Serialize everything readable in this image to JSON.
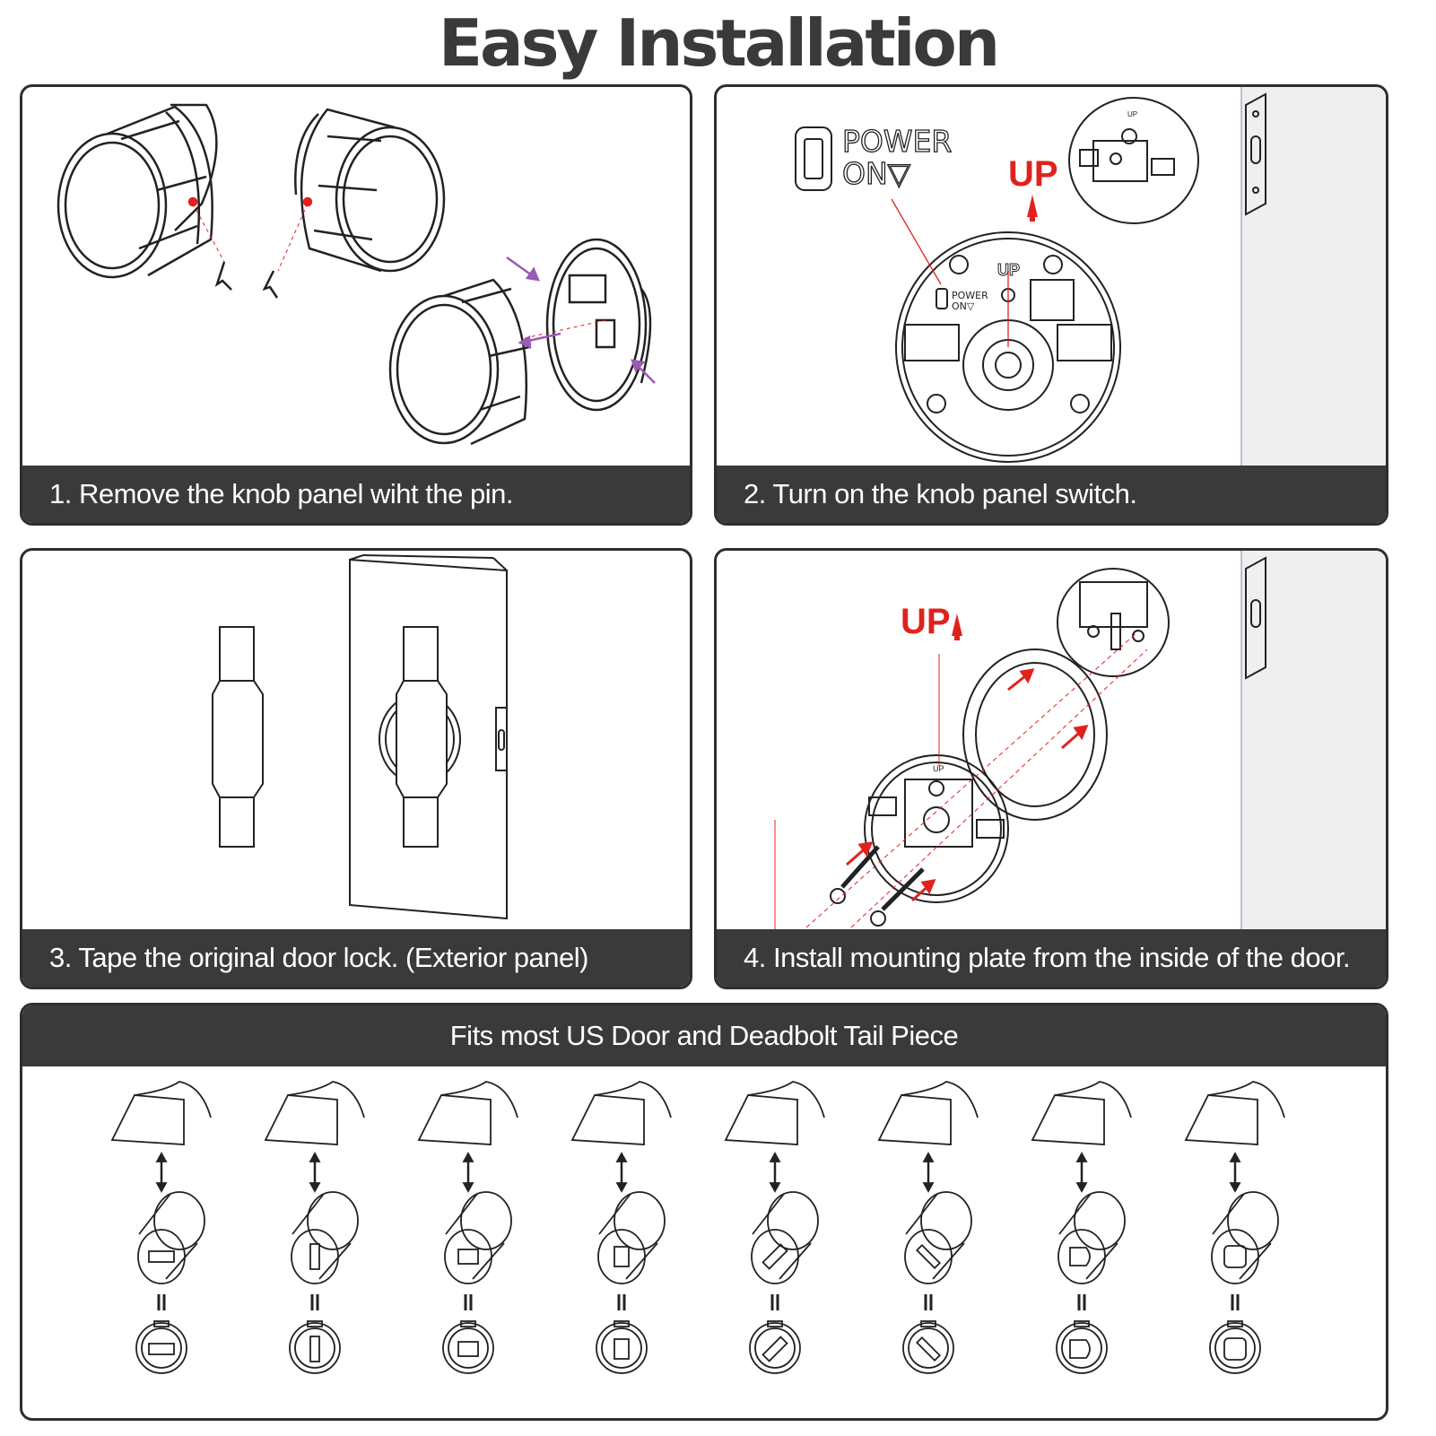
{
  "title": "Easy Installation",
  "steps": [
    {
      "caption": "1. Remove the knob panel wiht the pin."
    },
    {
      "caption": "2. Turn on the knob panel switch.",
      "power_line1": "POWER",
      "power_line2": "ON▽",
      "small_power_line1": "POWER",
      "small_power_line2": "ON▽",
      "up_label": "UP",
      "up_stamp": "UP",
      "small_up_stamp": "UP"
    },
    {
      "caption": "3. Tape the original door lock. (Exterior panel)"
    },
    {
      "caption": "4. Install mounting plate from the inside of the door.",
      "up_label": "UP",
      "up_stamp": "UP"
    }
  ],
  "fits": {
    "header": "Fits most US Door and Deadbolt Tail Piece",
    "tailpieces": [
      {
        "shape": "flat-wide"
      },
      {
        "shape": "narrow-rect"
      },
      {
        "shape": "small-rect"
      },
      {
        "shape": "square"
      },
      {
        "shape": "flat-diagonal"
      },
      {
        "shape": "thin-diagonal"
      },
      {
        "shape": "d-shape"
      },
      {
        "shape": "rounded-square"
      }
    ],
    "equals_symbol": "II"
  },
  "colors": {
    "accent_red": "#e0221f",
    "arrow_purple": "#9b59b6",
    "dark_bar": "#3a3a3a"
  }
}
